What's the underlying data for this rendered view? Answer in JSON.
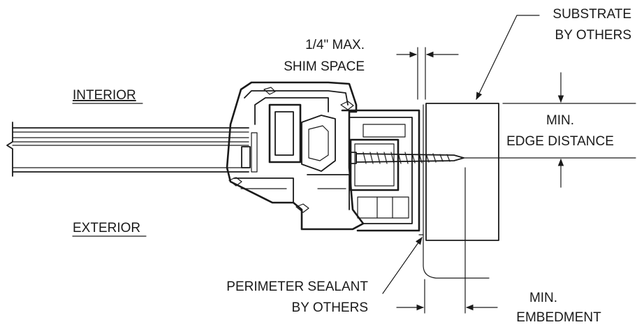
{
  "labels": {
    "substrate_line1": "SUBSTRATE",
    "substrate_line2": "BY OTHERS",
    "shim_line1": "1/4\" MAX.",
    "shim_line2": "SHIM SPACE",
    "interior": "INTERIOR",
    "exterior": "EXTERIOR",
    "edge_line1": "MIN.",
    "edge_line2": "EDGE DISTANCE",
    "sealant_line1": "PERIMETER SEALANT",
    "sealant_line2": "BY OTHERS",
    "embed_line1": "MIN.",
    "embed_line2": "EMBEDMENT"
  }
}
